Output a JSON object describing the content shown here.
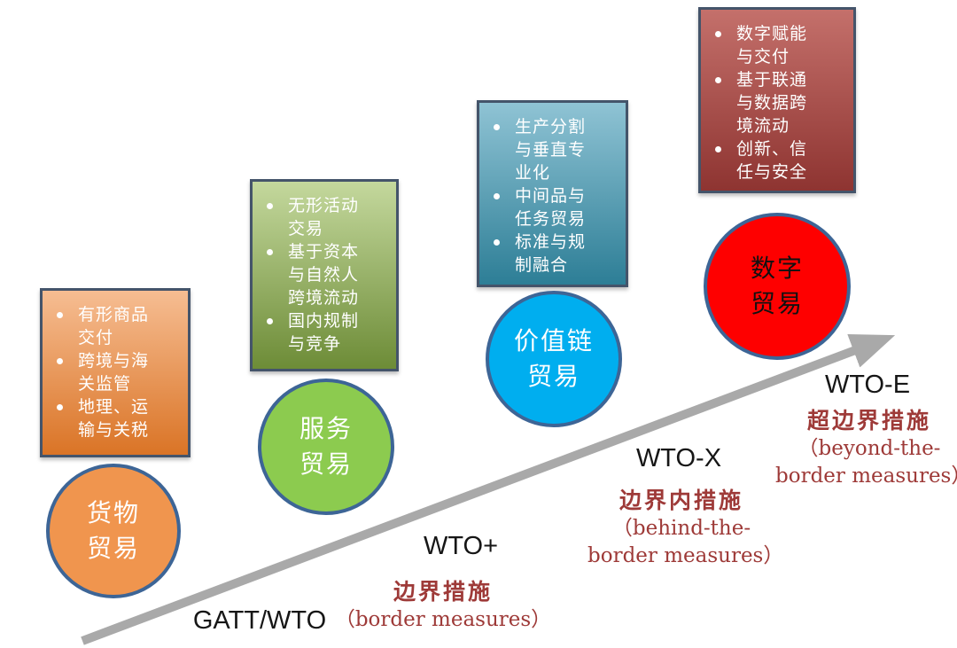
{
  "diagram_title": "",
  "colors": {
    "arrow": "#a9a9a9",
    "box-border": "#44546a",
    "circle-border": "#3d6596",
    "measure-text": "#9e3a38",
    "era-text": "#161616",
    "goods-box-top": "#f6bd92",
    "goods-box-bottom": "#da7426",
    "goods-circle": "#f0954e",
    "services-box-top": "#c4d89d",
    "services-box-bottom": "#6d8c37",
    "services-circle": "#8ccb4f",
    "value-box-top": "#8fc3d4",
    "value-box-bottom": "#2d7e96",
    "value-circle": "#00aeef",
    "digital-box-top": "#c4706b",
    "digital-box-bottom": "#8e3431",
    "digital-circle": "#fe0000",
    "digital-circle-text": "#111111"
  },
  "stages": [
    {
      "id": "goods-trade",
      "box_bullets": [
        "有形商品交付",
        "跨境与海关监管",
        "地理、运输与关税"
      ],
      "circle_line1": "货物",
      "circle_line2": "贸易",
      "era": "GATT/WTO"
    },
    {
      "id": "services-trade",
      "box_bullets": [
        "无形活动交易",
        "基于资本与自然人跨境流动",
        "国内规制与竞争"
      ],
      "circle_line1": "服务",
      "circle_line2": "贸易",
      "era": "WTO+",
      "measure_zh": "边界措施",
      "measure_en": "（border measures）"
    },
    {
      "id": "value-chain-trade",
      "box_bullets": [
        "生产分割与垂直专业化",
        "中间品与任务贸易",
        "标准与规制融合"
      ],
      "circle_line1": "价值链",
      "circle_line2": "贸易",
      "era": "WTO-X",
      "measure_zh": "边界内措施",
      "measure_en": "（behind-the-border measures）"
    },
    {
      "id": "digital-trade",
      "box_bullets": [
        "数字赋能与交付",
        "基于联通与数据跨境流动",
        "创新、信任与安全"
      ],
      "circle_line1": "数字",
      "circle_line2": "贸易",
      "era": "WTO-E",
      "measure_zh": "超边界措施",
      "measure_en": "（beyond-the-border measures）"
    }
  ]
}
